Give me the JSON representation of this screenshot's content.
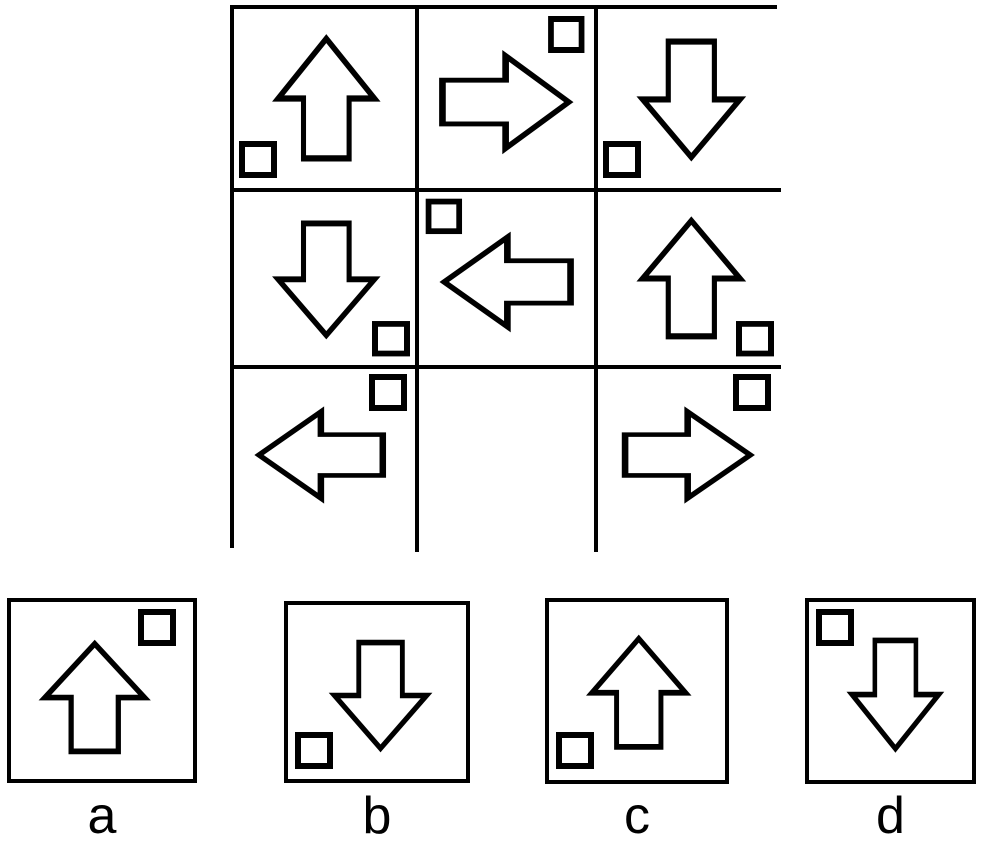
{
  "puzzle": {
    "type": "visual-analogy-matrix",
    "stroke_color": "#000000",
    "background_color": "#ffffff",
    "matrix": {
      "rows": 3,
      "columns": 3,
      "cells": [
        {
          "id": "r1c1",
          "arrow": "up",
          "arrow_present": true,
          "square": "bottom-left",
          "square_present": true,
          "empty": false
        },
        {
          "id": "r1c2",
          "arrow": "right",
          "arrow_present": true,
          "square": "top-right",
          "square_present": true,
          "empty": false
        },
        {
          "id": "r1c3",
          "arrow": "down",
          "arrow_present": true,
          "square": "bottom-left",
          "square_present": true,
          "empty": false
        },
        {
          "id": "r2c1",
          "arrow": "down",
          "arrow_present": true,
          "square": "bottom-right",
          "square_present": true,
          "empty": false
        },
        {
          "id": "r2c2",
          "arrow": "left",
          "arrow_present": true,
          "square": "top-left",
          "square_present": true,
          "empty": false
        },
        {
          "id": "r2c3",
          "arrow": "up",
          "arrow_present": true,
          "square": "bottom-right",
          "square_present": true,
          "empty": false
        },
        {
          "id": "r3c1",
          "arrow": "left",
          "arrow_present": true,
          "square": "top-right",
          "square_present": true,
          "empty": false
        },
        {
          "id": "r3c2",
          "arrow": "none",
          "arrow_present": false,
          "square": "none",
          "square_present": false,
          "empty": true
        },
        {
          "id": "r3c3",
          "arrow": "right",
          "arrow_present": true,
          "square": "top-right",
          "square_present": true,
          "empty": false
        }
      ]
    },
    "options": [
      {
        "id": "a",
        "label": "a",
        "arrow": "up",
        "square": "top-right"
      },
      {
        "id": "b",
        "label": "b",
        "arrow": "down",
        "square": "bottom-left"
      },
      {
        "id": "c",
        "label": "c",
        "arrow": "up",
        "square": "bottom-left"
      },
      {
        "id": "d",
        "label": "d",
        "arrow": "down",
        "square": "top-left"
      }
    ]
  }
}
